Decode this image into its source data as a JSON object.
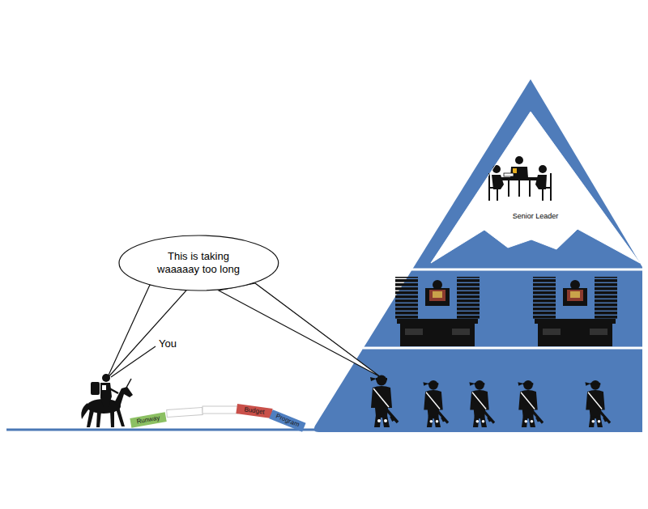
{
  "diagram": {
    "nodes": [
      {
        "text": [
          "This is taking waaaaay too long"
        ]
      },
      {
        "text": [
          "Senior Leader"
        ]
      },
      {
        "text": [
          "Runway"
        ]
      },
      {
        "text": [
          "Budget"
        ]
      },
      {
        "text": [
          "Program"
        ]
      }
    ],
    "labels": [
      "You"
    ]
  }
}
